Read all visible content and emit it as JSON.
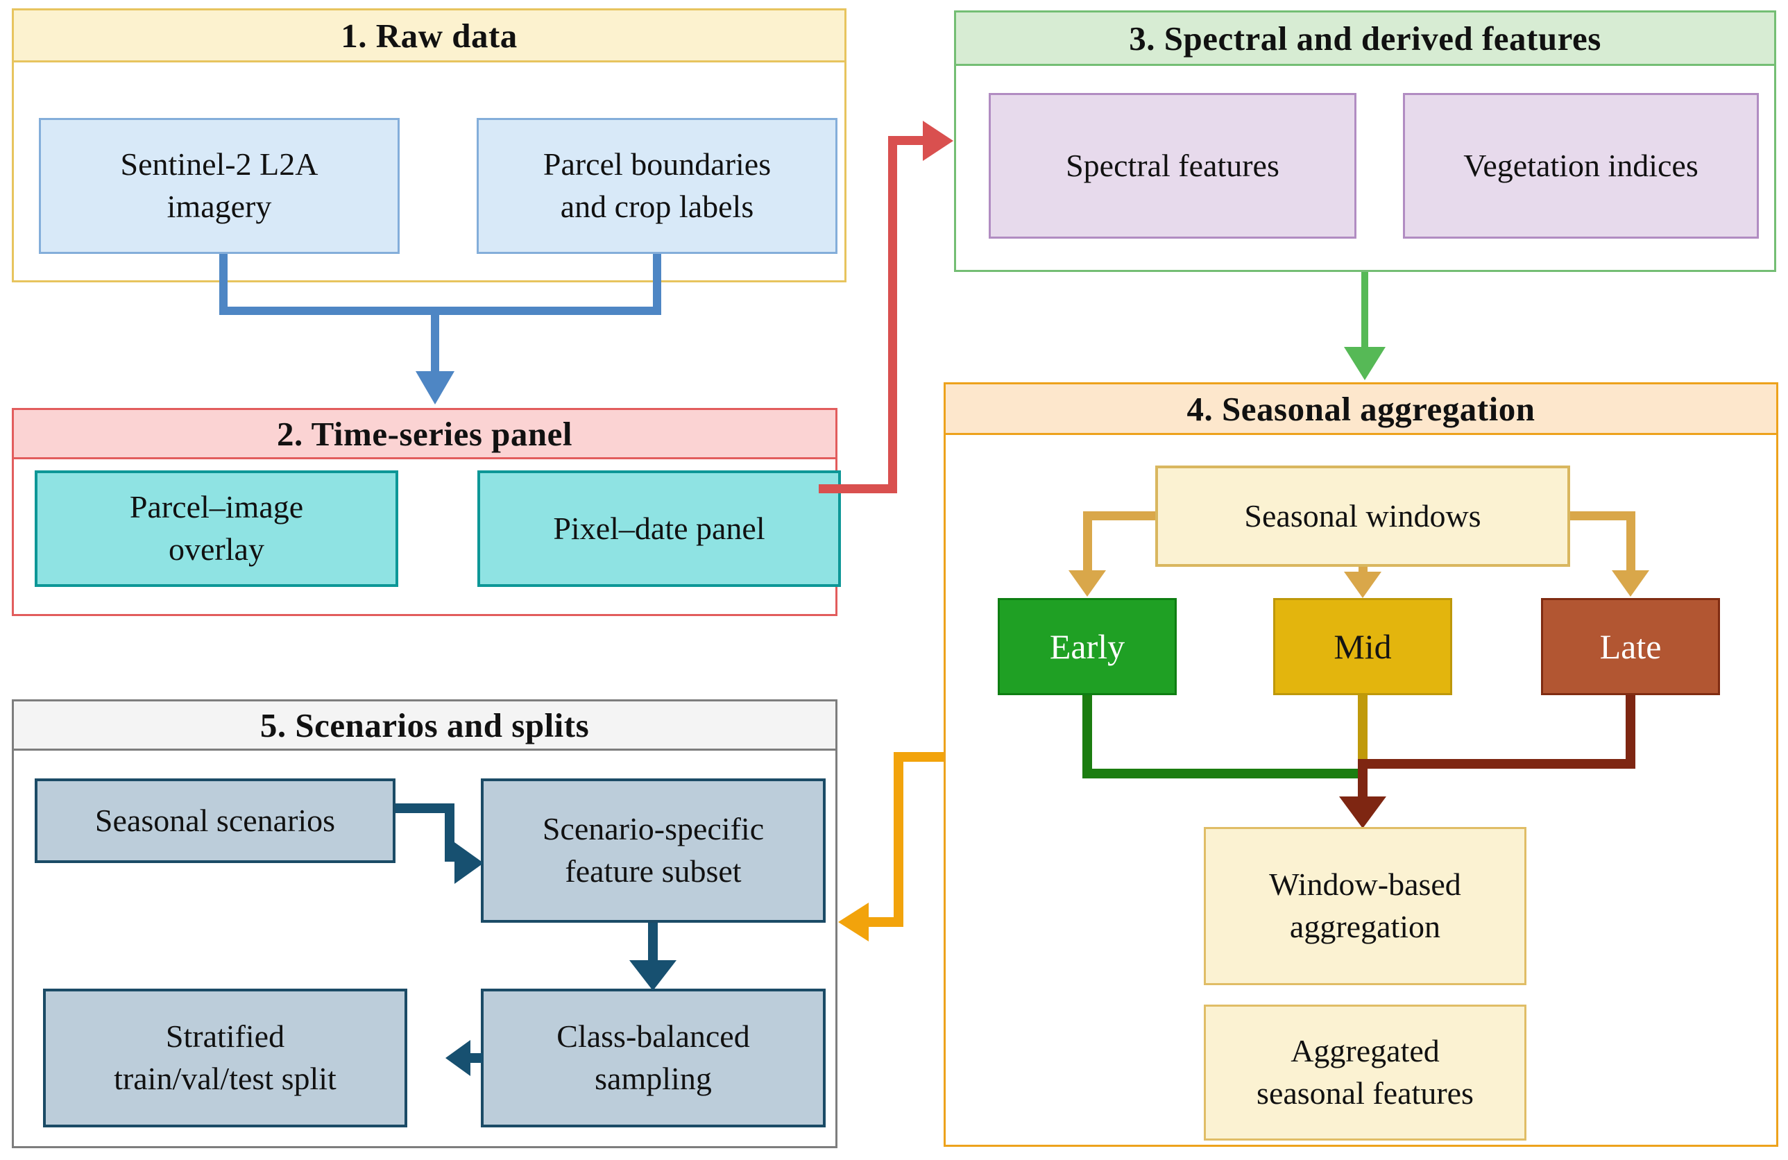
{
  "diagram": {
    "sections": {
      "raw_data": {
        "title": "1. Raw data",
        "box1": "Sentinel-2 L2A\nimagery",
        "box2": "Parcel boundaries\nand crop labels"
      },
      "time_series": {
        "title": "2. Time-series panel",
        "box1": "Parcel–image\noverlay",
        "box2": "Pixel–date panel"
      },
      "spectral": {
        "title": "3. Spectral and derived features",
        "box1": "Spectral features",
        "box2": "Vegetation indices"
      },
      "seasonal": {
        "title": "4. Seasonal aggregation",
        "windows": "Seasonal windows",
        "early": "Early",
        "mid": "Mid",
        "late": "Late",
        "agg1": "Window-based\naggregation",
        "agg2": "Aggregated\nseasonal features"
      },
      "scenarios": {
        "title": "5. Scenarios and splits",
        "box1": "Seasonal scenarios",
        "box2": "Scenario-specific\nfeature subset",
        "box3": "Class-balanced\nsampling",
        "box4": "Stratified\ntrain/val/test split"
      }
    },
    "colors": {
      "raw_border": "#e7c45e",
      "raw_header": "#fcf2cf",
      "raw_box": "#d8e9f8",
      "raw_box_border": "#84aeda",
      "ts_border": "#e25d5d",
      "ts_header": "#fbd3d3",
      "ts_box": "#8fe3e3",
      "ts_box_border": "#0d9797",
      "sp_border": "#74be74",
      "sp_header": "#d7ecd3",
      "sp_box": "#e7daec",
      "sp_box_border": "#b18cc2",
      "sa_border": "#eda21c",
      "sa_header": "#fde7cc",
      "sa_box": "#fbf2d2",
      "sa_box_border": "#d9b75f",
      "sc_border": "#7d7d7d",
      "sc_header": "#f4f4f4",
      "sc_box": "#bccdda",
      "sc_box_border": "#1b4b66",
      "early_fill": "#1fa024",
      "mid_fill": "#e3b50d",
      "late_fill": "#b25632",
      "arrow_blue": "#4e86c4",
      "arrow_red": "#d9504f",
      "arrow_green": "#56b956",
      "arrow_gold": "#d9a74a",
      "arrow_orange": "#f2a30b",
      "arrow_navy": "#175070",
      "merge_green": "#1b7d10",
      "merge_gold": "#c09a0b",
      "merge_dark_red": "#7e2612"
    }
  }
}
